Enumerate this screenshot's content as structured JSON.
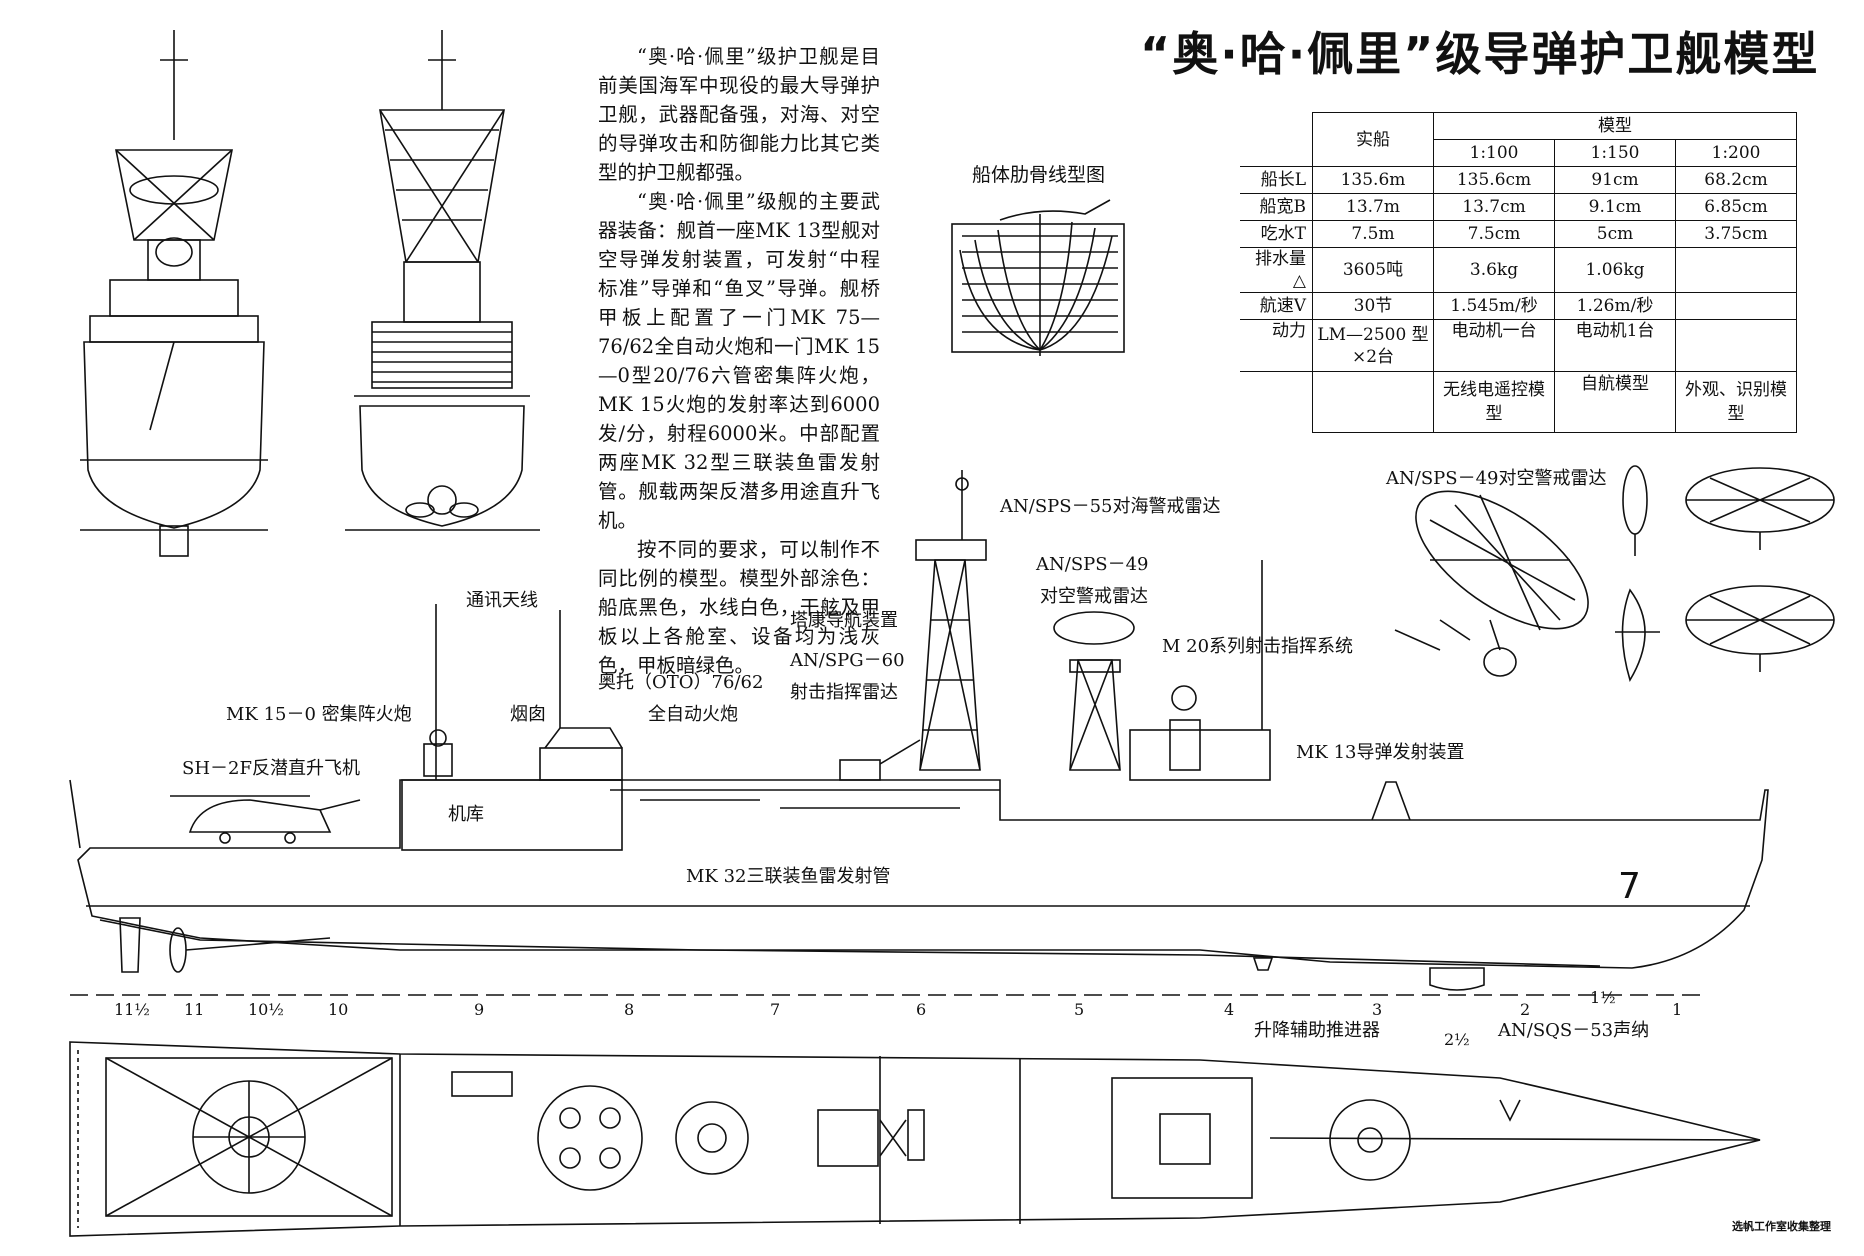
{
  "title": "“奥·哈·佩里”级导弹护卫舰模型",
  "intro": {
    "paragraphs": [
      "“奥·哈·佩里”级护卫舰是目前美国海军中现役的最大导弹护卫舰，武器配备强，对海、对空的导弹攻击和防御能力比其它类型的护卫舰都强。",
      "“奥·哈·佩里”级舰的主要武器装备：舰首一座MK 13型舰对空导弹发射装置，可发射“中程标准”导弹和“鱼叉”导弹。舰桥甲板上配置了一门MK 75—76/62全自动火炮和一门MK 15—0型20/76六管密集阵火炮，MK 15火炮的发射率达到6000发/分，射程6000米。中部配置两座MK 32型三联装鱼雷发射管。舰载两架反潜多用途直升飞机。",
      "按不同的要求，可以制作不同比例的模型。模型外部涂色：船底黑色，水线白色，干舷及甲板以上各舱室、设备均为浅灰色，甲板暗绿色。"
    ]
  },
  "hull_lines_caption": "船体肋骨线型图",
  "spec_table": {
    "header_real": "实船",
    "header_model": "模型",
    "scales": [
      "1:100",
      "1:150",
      "1:200"
    ],
    "rows": [
      {
        "label": "船长L",
        "real": "135.6m",
        "s100": "135.6cm",
        "s150": "91cm",
        "s200": "68.2cm"
      },
      {
        "label": "船宽B",
        "real": "13.7m",
        "s100": "13.7cm",
        "s150": "9.1cm",
        "s200": "6.85cm"
      },
      {
        "label": "吃水T",
        "real": "7.5m",
        "s100": "7.5cm",
        "s150": "5cm",
        "s200": "3.75cm"
      },
      {
        "label": "排水量△",
        "real": "3605吨",
        "s100": "3.6kg",
        "s150": "1.06kg",
        "s200": ""
      },
      {
        "label": "航速V",
        "real": "30节",
        "s100": "1.545m/秒",
        "s150": "1.26m/秒",
        "s200": ""
      },
      {
        "label": "动力",
        "real": "LM—2500 型×2台",
        "s100": "电动机一台",
        "s150": "电动机1台",
        "s200": ""
      }
    ],
    "notes": [
      "无线电遥控模型",
      "自航模型",
      "外观、识别模型"
    ]
  },
  "labels": {
    "sps55": "AN/SPS－55对海警戒雷达",
    "sps49_top": "AN/SPS－49对空警戒雷达",
    "sps49_mid_1": "AN/SPS－49",
    "sps49_mid_2": "对空警戒雷达",
    "comm": "通讯天线",
    "tacan": "塔康导航装置",
    "spg60_1": "AN/SPG－60",
    "spg60_2": "射击指挥雷达",
    "m20": "M 20系列射击指挥系统",
    "oto_1": "奥托（OTO）76/62",
    "oto_2": "全自动火炮",
    "mk15": "MK 15－0 密集阵火炮",
    "funnel": "烟囱",
    "mk13": "MK 13导弹发射装置",
    "heli": "SH－2F反潜直升飞机",
    "hangar": "机库",
    "mk32": "MK 32三联装鱼雷发射管",
    "thruster": "升降辅助推进器",
    "sonar": "AN/SQS－53声纳",
    "hull_number": "7"
  },
  "stations": [
    "11½",
    "11",
    "10½",
    "10",
    "9",
    "8",
    "7",
    "6",
    "5",
    "4",
    "3",
    "2½",
    "2",
    "1½",
    "1"
  ],
  "credit": "选帆工作室收集整理"
}
